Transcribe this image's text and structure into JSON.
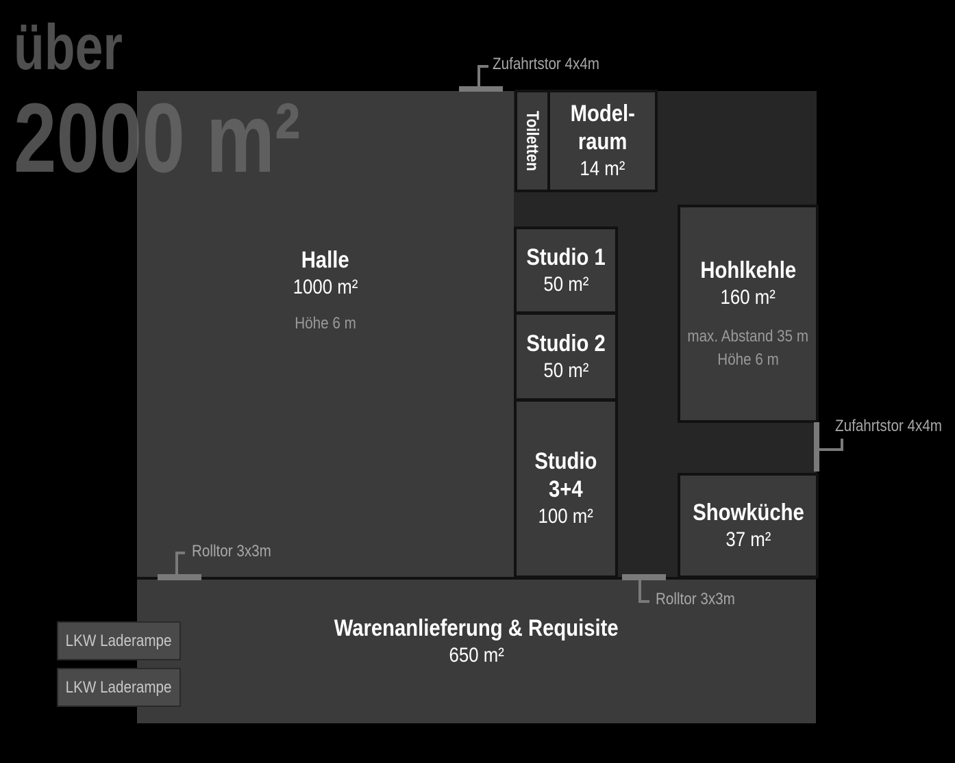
{
  "headline": {
    "line1": "über",
    "line2": "2000 m²"
  },
  "rooms": {
    "halle": {
      "title": "Halle",
      "area": "1000 m²",
      "note": "Höhe 6 m"
    },
    "toiletten": {
      "title": "Toiletten"
    },
    "modelraum": {
      "title_line1": "Model-",
      "title_line2": "raum",
      "area": "14 m²"
    },
    "studio1": {
      "title": "Studio 1",
      "area": "50 m²"
    },
    "studio2": {
      "title": "Studio 2",
      "area": "50 m²"
    },
    "studio34": {
      "title_line1": "Studio",
      "title_line2": "3+4",
      "area": "100 m²"
    },
    "hohlkehle": {
      "title": "Hohlkehle",
      "area": "160 m²",
      "note1": "max. Abstand 35 m",
      "note2": "Höhe 6 m"
    },
    "showkueche": {
      "title": "Showküche",
      "area": "37 m²"
    },
    "waren": {
      "title": "Warenanlieferung & Requisite",
      "area": "650 m²"
    }
  },
  "gates": {
    "top": "Zufahrtstor 4x4m",
    "right": "Zufahrtstor 4x4m",
    "rolltor_left": "Rolltor 3x3m",
    "rolltor_right": "Rolltor 3x3m"
  },
  "ramps": [
    "LKW Laderampe",
    "LKW Laderampe"
  ],
  "colors": {
    "background": "#000000",
    "room": "#3b3b3b",
    "corridor": "#262626",
    "gate": "#7a7a7a",
    "label": "#a8a8a8"
  }
}
